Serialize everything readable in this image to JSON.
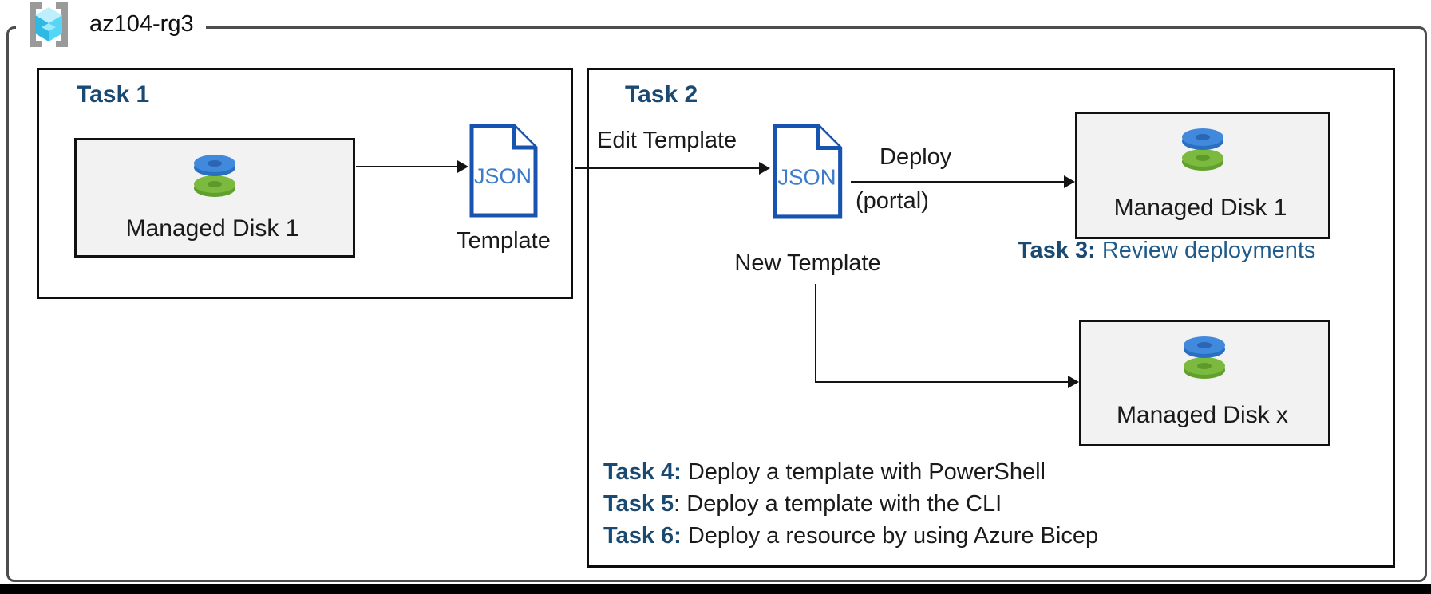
{
  "resource_group": {
    "name": "az104-rg3"
  },
  "task1": {
    "title": "Task 1",
    "managed_disk": {
      "label": "Managed Disk 1"
    },
    "template": {
      "icon_text": "JSON",
      "label": "Template"
    }
  },
  "task2": {
    "title": "Task 2",
    "edit_arrow_label": "Edit Template",
    "new_template": {
      "icon_text": "JSON",
      "label": "New Template"
    },
    "deploy_arrow": {
      "line1": "Deploy",
      "line2": "(portal)"
    },
    "managed_disk_1": {
      "label": "Managed Disk 1"
    },
    "managed_disk_x": {
      "label": "Managed Disk x"
    },
    "task3": {
      "bold": "Task 3:",
      "rest": " Review deployments"
    },
    "task4": {
      "bold": "Task 4:",
      "rest": " Deploy a template with PowerShell"
    },
    "task5": {
      "bold": "Task 5",
      "rest": ": Deploy a template with the CLI"
    },
    "task6": {
      "bold": "Task 6:",
      "rest": " Deploy a resource by using Azure Bicep"
    }
  },
  "colors": {
    "task_title_blue": "#1a4971",
    "task3_text_blue": "#1f5c8b",
    "json_border_blue": "#1853b0",
    "json_text_blue": "#3e7cc9",
    "disk_blue": "#4189dd",
    "disk_green": "#7cba3f",
    "disk_box_fill": "#f2f2f2",
    "frame_gray": "#4d4d4d",
    "bottom_bar_black": "#000000"
  }
}
